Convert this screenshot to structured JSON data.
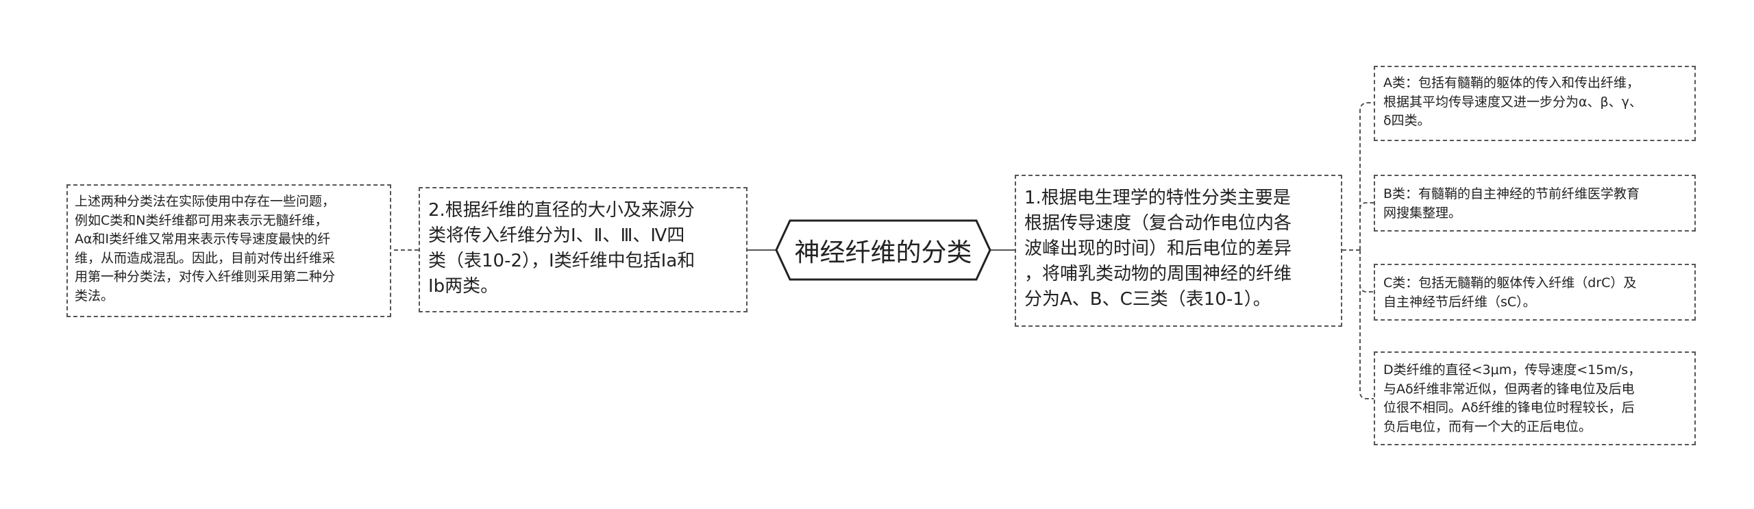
{
  "center": {
    "title": "神经纤维的分类"
  },
  "left": [
    {
      "text": "2.根据纤维的直径的大小及来源分\n类将传入纤维分为Ⅰ、Ⅱ、Ⅲ、Ⅳ四\n类（表10-2），Ⅰ类纤维中包括Ⅰa和\nⅠb两类。"
    },
    {
      "text": "上述两种分类法在实际使用中存在一些问题，\n例如C类和N类纤维都可用来表示无髓纤维，\nAα和Ⅰ类纤维又常用来表示传导速度最快的纤\n维，从而造成混乱。因此，目前对传出纤维采\n用第一种分类法，对传入纤维则采用第二种分\n类法。"
    }
  ],
  "right": {
    "text": "1.根据电生理学的特性分类主要是\n根据传导速度（复合动作电位内各\n波峰出现的时间）和后电位的差异\n，将哺乳类动物的周围神经的纤维\n分为A、B、C三类（表10-1）。",
    "children": [
      {
        "text": "A类：包括有髓鞘的躯体的传入和传出纤维，\n根据其平均传导速度又进一步分为α、β、γ、\nδ四类。"
      },
      {
        "text": "B类：有髓鞘的自主神经的节前纤维医学教育\n网搜集整理。"
      },
      {
        "text": "C类：包括无髓鞘的躯体传入纤维（drC）及\n自主神经节后纤维（sC）。"
      },
      {
        "text": "D类纤维的直径<3μm，传导速度<15m/s，\n与Aδ纤维非常近似，但两者的锋电位及后电\n位很不相同。Aδ纤维的锋电位时程较长，后\n负后电位，而有一个大的正后电位。"
      }
    ]
  },
  "colors": {
    "border": "#555555",
    "line": "#555555",
    "center_border": "#222222",
    "text": "#222222"
  }
}
